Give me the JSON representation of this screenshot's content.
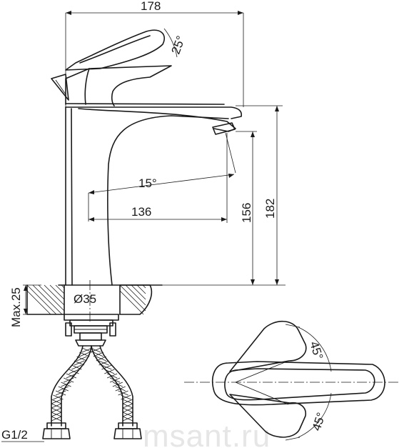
{
  "dimensions": {
    "width_total": "178",
    "handle_angle": "25°",
    "spout_angle": "15°",
    "spout_reach": "136",
    "spout_height": "156",
    "total_height": "182",
    "base_diameter": "Ø35",
    "max_thickness": "Max.25",
    "thread": "G1/2",
    "rotation_top": "45°",
    "rotation_bottom": "45°"
  },
  "watermark": "msant.ru"
}
